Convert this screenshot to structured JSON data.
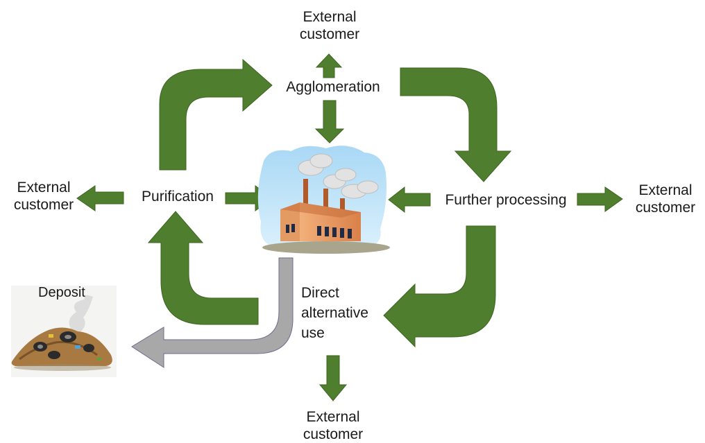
{
  "labels": {
    "agglomeration": "Agglomeration",
    "purification": "Purification",
    "further_processing": "Further processing",
    "direct_alternative_use_line1": "Direct",
    "direct_alternative_use_line2": "alternative",
    "direct_alternative_use_line3": "use",
    "deposit": "Deposit",
    "external_top_line1": "External",
    "external_top_line2": "customer",
    "external_left_line1": "External",
    "external_left_line2": "customer",
    "external_right_line1": "External",
    "external_right_line2": "customer",
    "external_bottom_line1": "External",
    "external_bottom_line2": "customer"
  },
  "colors": {
    "arrow_green": "#4f7f2e",
    "arrow_green_edge": "#3c6522",
    "arrow_gray": "#a8a8a8",
    "arrow_gray_edge": "#6c6c90"
  },
  "icons": {
    "center": "factory-icon",
    "deposit": "waste-pile-icon"
  }
}
